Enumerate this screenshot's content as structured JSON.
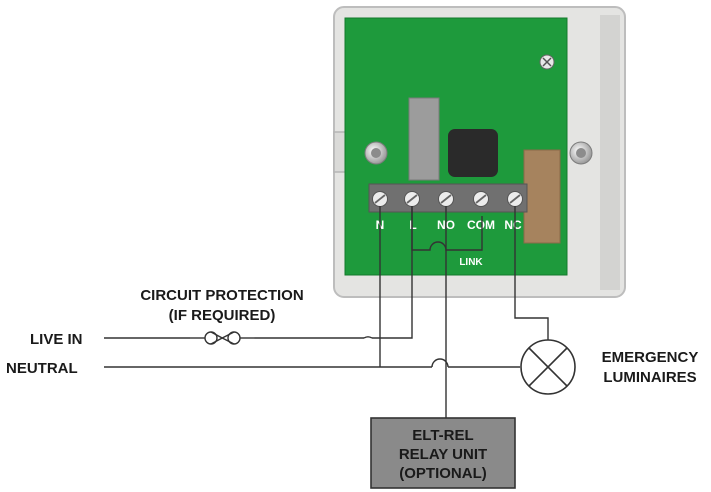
{
  "terminals": [
    "N",
    "L",
    "NO",
    "COM",
    "NC"
  ],
  "link_label": "LINK",
  "circuit_protection": {
    "line1": "CIRCUIT PROTECTION",
    "line2": "(IF REQUIRED)"
  },
  "live_in_label": "LIVE IN",
  "neutral_label": "NEUTRAL",
  "emergency": {
    "line1": "EMERGENCY",
    "line2": "LUMINAIRES"
  },
  "relay_unit": {
    "line1": "ELT-REL",
    "line2": "RELAY UNIT",
    "line3": "(OPTIONAL)"
  },
  "colors": {
    "pcb": "#1e9a3c",
    "enclosure": "#e4e4e2",
    "terminal_block": "#707070",
    "component": "#a6835e",
    "relay_box": "#8a8a8a"
  }
}
